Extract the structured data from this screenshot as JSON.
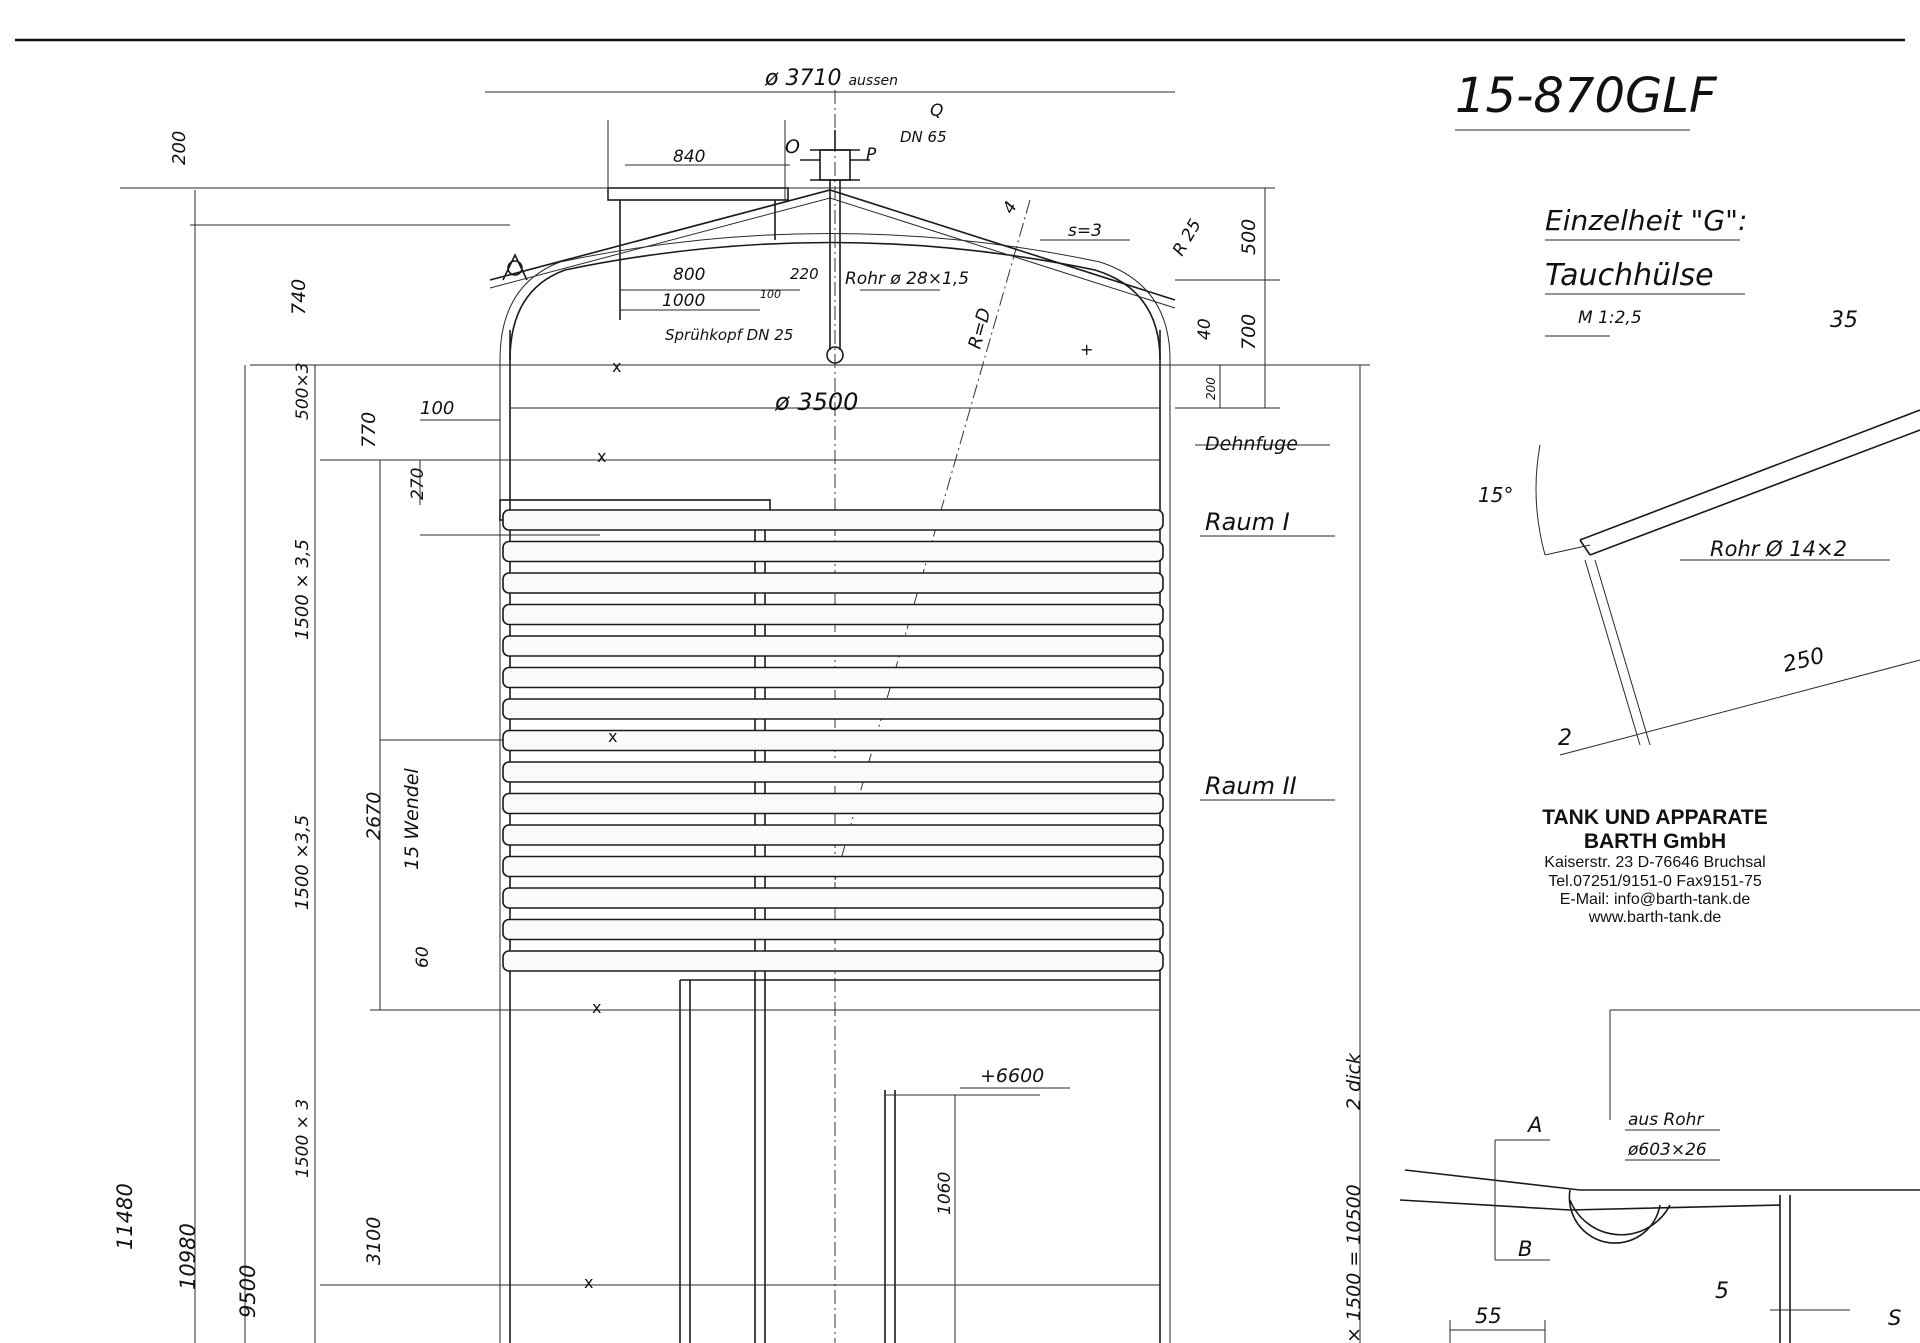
{
  "drawing_number": "15-870GLF",
  "detail": {
    "title": "Einzelheit \"G\":",
    "subtitle": "Tauchhülse",
    "scale": "M 1:2,5",
    "dims": {
      "d35": "35",
      "angle": "15°",
      "pipe": "Rohr  Ø 14×2",
      "d250": "250",
      "d2": "2"
    }
  },
  "tank": {
    "outer_diameter": "ø 3710",
    "outer_diameter_suffix": "aussen",
    "inner_diameter": "ø 3500",
    "nozzle_q": "Q",
    "nozzle_dn": "DN 65",
    "nozzle_p": "P",
    "nozzle_o": "O",
    "dim_840": "840",
    "dim_800": "800",
    "dim_1000": "1000",
    "dim_100a": "100",
    "dim_220": "220",
    "pipe_label": "Rohr ø 28×1,5",
    "spray_head": "Sprühkopf DN 25",
    "cone_thickness": "s=3",
    "knuckle_radius": "R 25",
    "crown_radius": "R=D",
    "crown_mark": "4",
    "dim_500": "500",
    "dim_700": "700",
    "dim_40": "40",
    "dim_200": "200",
    "dim_100b": "100",
    "expansion_joint": "Dehnfuge",
    "room_1": "Raum  I",
    "room_2": "Raum  II"
  },
  "left_dims": {
    "d200": "200",
    "d740": "740",
    "d500x3": "500×3",
    "d770": "770",
    "d270": "270",
    "d1500x35a": "1500 × 3,5",
    "d2670": "2670",
    "coil_count": "15 Wendel",
    "d1500x35b": "1500 ×3,5",
    "d60": "60",
    "d1500x3": "1500 × 3",
    "d3100": "3100",
    "d11480": "11480",
    "d10980": "10980",
    "d9500": "9500"
  },
  "lower": {
    "level": "+6600",
    "d1060": "1060",
    "thickness": "2 dick",
    "shell": "× 1500 = 10500",
    "section_a": "A",
    "section_b": "B",
    "from_pipe": "aus Rohr",
    "pipe_size": "ø603×26",
    "d5": "5",
    "d55": "55",
    "partial_s": "S"
  },
  "company": {
    "name_line1": "TANK UND APPARATE",
    "name_line2": "BARTH GmbH",
    "address": "Kaiserstr. 23  D-76646 Bruchsal",
    "phone": "Tel.07251/9151-0 Fax9151-75",
    "email": "E-Mail: info@barth-tank.de",
    "web": "www.barth-tank.de"
  }
}
